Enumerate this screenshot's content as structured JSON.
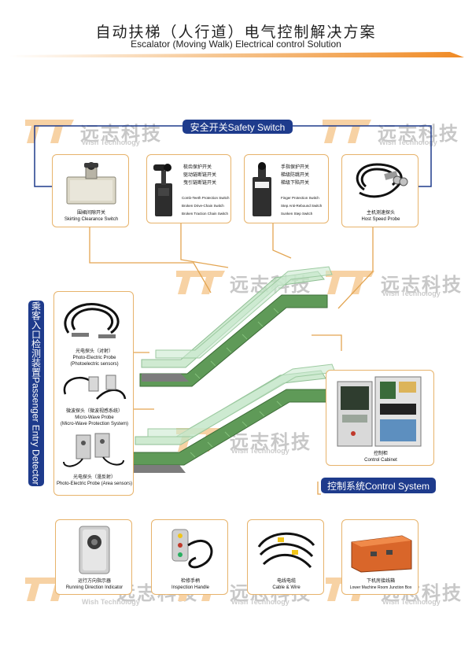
{
  "header": {
    "title_zh": "自动扶梯（人行道）电气控制解决方案",
    "title_en": "Escalator (Moving Walk) Electrical control Solution"
  },
  "watermark": {
    "zh": "远志科技",
    "en": "Wish Technology"
  },
  "safety_switch": {
    "banner": "安全开关Safety Switch",
    "skirting": {
      "zh": "围裙间隙开关",
      "en": "Skirting Clearance Switch"
    },
    "comb_group": {
      "zh_lines": [
        "梳齿保护开关",
        "驱动链断链开关",
        "曳引链断链开关"
      ],
      "en_lines": [
        "Comb-Teeth Protection Switch",
        "Broken Drive-Chain Switch",
        "Broken Traction Chain Switch"
      ]
    },
    "finger_group": {
      "zh_lines": [
        "手指保护开关",
        "梯级防跳开关",
        "梯级下陷开关"
      ],
      "en_lines": [
        "Finger Protection Switch",
        "Step Anti-Rebound Switch",
        "Sunken Step Switch"
      ]
    },
    "speed_probe": {
      "zh": "主机测速探头",
      "en": "Host Speed Probe"
    }
  },
  "passenger_entry": {
    "banner": "乘客入口检测装置Passenger Entry Detector",
    "photo_probe": {
      "zh": "光电探头（对射）",
      "en1": "Photo-Electric Probe",
      "en2": "(Photoelectric sensors)"
    },
    "microwave": {
      "zh": "微波探头（微波视感系统）",
      "en1": "Micro-Wave Probe",
      "en2": "(Micro-Wave Protection System)"
    },
    "area_probe": {
      "zh": "光电探头（漫反射）",
      "en": "Photo-Electric Probe (Area sensors)"
    }
  },
  "control_system": {
    "banner": "控制系统Control System",
    "cabinet": {
      "zh": "控制柜",
      "en": "Control Cabinet"
    }
  },
  "bottom": [
    {
      "zh": "运行方向指示器",
      "en": "Running Direction Indicator"
    },
    {
      "zh": "检修手柄",
      "en": "Inspection Handle"
    },
    {
      "zh": "电线电缆",
      "en": "Cable & Wire"
    },
    {
      "zh": "下机房接线箱",
      "en": "Lower Machine Room Junction Box"
    }
  ],
  "colors": {
    "navy": "#1e3b8c",
    "orange": "#f08a24",
    "card_border": "#e7b36b",
    "escalator_green": "#6fb36b"
  }
}
